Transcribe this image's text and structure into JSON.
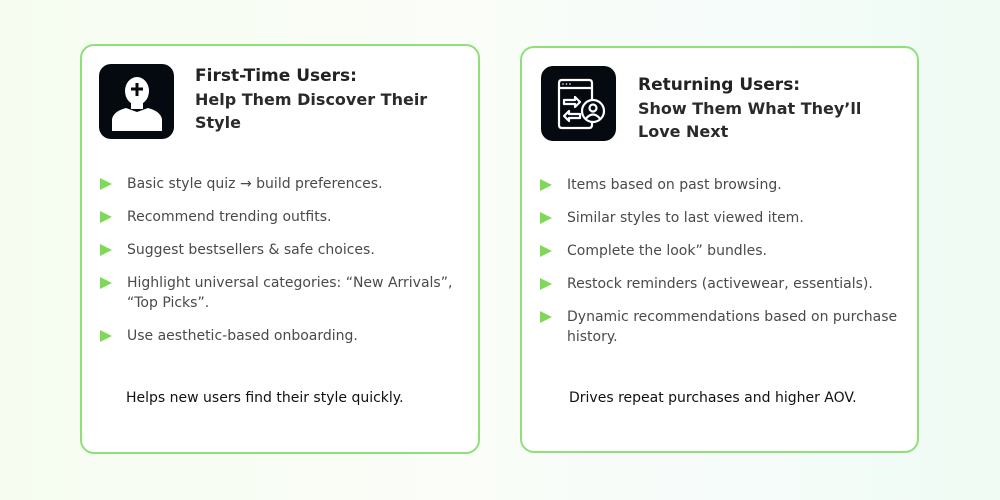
{
  "colors": {
    "accent_border": "#8fe07a",
    "bullet": "#7ed957",
    "icon_bg": "#050a10"
  },
  "cards": [
    {
      "icon": "user-plus-icon",
      "title": "First-Time Users:",
      "subtitle": "Help Them Discover Their Style",
      "bullets": [
        "Basic style quiz → build preferences.",
        "Recommend trending outfits.",
        "Suggest bestsellers & safe choices.",
        "Highlight universal categories: “New Arrivals”, “Top Picks”.",
        "Use aesthetic-based onboarding."
      ],
      "footer": "Helps new users find their style quickly."
    },
    {
      "icon": "returning-user-browser-icon",
      "title": "Returning Users:",
      "subtitle": "Show Them What They’ll Love Next",
      "bullets": [
        "Items based on past browsing.",
        "Similar styles to last viewed item.",
        "Complete the look” bundles.",
        "Restock reminders (activewear, essentials).",
        "Dynamic recommendations based on purchase history."
      ],
      "footer": "Drives repeat purchases and higher AOV."
    }
  ]
}
